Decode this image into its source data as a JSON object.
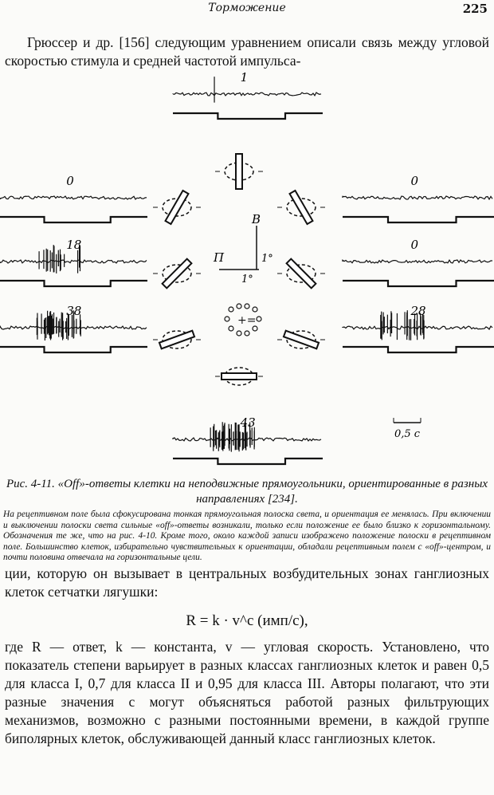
{
  "header": {
    "title": "Торможение",
    "page_number": "225"
  },
  "paragraph_1": "Грюссер и др. [156] следующим уравнением описали связь между угловой скоростью стимула и средней частотой импульса-",
  "figure": {
    "traces": [
      {
        "label": "1",
        "position": "top"
      },
      {
        "label": "0",
        "position": "left-1"
      },
      {
        "label": "18",
        "position": "left-2"
      },
      {
        "label": "38",
        "position": "left-3"
      },
      {
        "label": "0",
        "position": "right-1"
      },
      {
        "label": "0",
        "position": "right-2"
      },
      {
        "label": "28",
        "position": "right-3"
      },
      {
        "label": "43",
        "position": "bottom"
      }
    ],
    "axis_labels": {
      "up": "В",
      "left": "П",
      "deg_h": "1°",
      "deg_v": "1°"
    },
    "scale_bar": "0,5 с"
  },
  "caption": {
    "title": "Рис. 4-11. «Off»-ответы клетки на неподвижные прямоугольники, ориентированные в разных направлениях [234].",
    "text": "На рецептивном поле была сфокусирована тонкая прямоугольная полоска света, и ориентация ее менялась. При включении и выключении полоски света сильные «off»-ответы возникали, только если положение ее было близко к горизонтальному. Обозначения те же, что на рис. 4-10. Кроме того, около каждой записи изображено положение полоски в рецептивном поле. Большинство клеток, избирательно чувствительных к ориентации, обладали рецептивным полем с «off»-центром, и почти половина отвечала на горизонтальные цели."
  },
  "paragraph_2": "ции, которую он вызывает в центральных возбудительных зонах ганглиозных клеток сетчатки лягушки:",
  "formula": "R = k · v^c (имп/с),",
  "paragraph_3": "где R — ответ, k — константа, v — угловая скорость. Установлено, что показатель степени варьирует в разных классах ганглиозных клеток и равен 0,5 для класса I, 0,7 для класса II и 0,95 для класса III. Авторы полагают, что эти разные значения c могут объясняться работой разных фильтрующих механизмов, возможно с разными постоянными времени, в каждой группе биполярных клеток, обслуживающей данный класс ганглиозных клеток."
}
